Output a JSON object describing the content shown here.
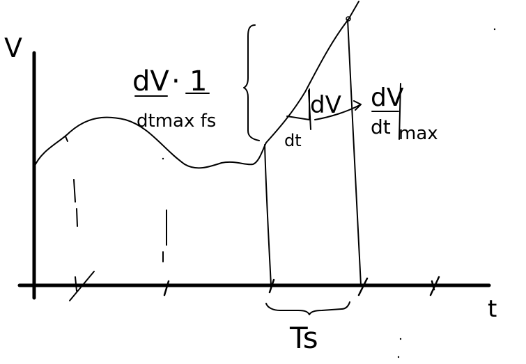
{
  "axes": {
    "y_label": "V",
    "x_label": "t"
  },
  "annotations": {
    "slope_formula_numerator": "dV",
    "slope_formula_times": "·",
    "slope_formula_one": "1",
    "slope_formula_denominator": "dtmax fs",
    "delta_v": "dV",
    "delta_t": "dt",
    "max_slope_numerator": "dV",
    "max_slope_denominator": "dt",
    "max_slope_subscript": "max",
    "sample_period": "Ts"
  },
  "colors": {
    "ink": "#000000",
    "background": "#ffffff"
  }
}
